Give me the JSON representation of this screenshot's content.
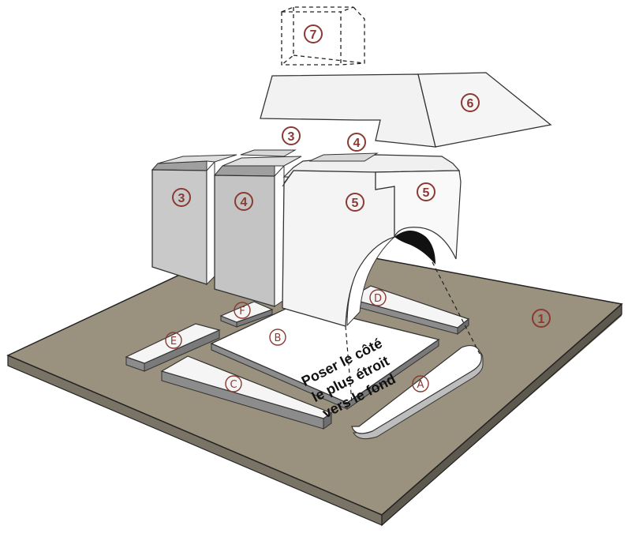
{
  "labels": {
    "n1": "1",
    "n3_top": "3",
    "n4_top": "4",
    "n3_side": "3",
    "n4_side": "4",
    "n5_left": "5",
    "n5_right": "5",
    "n6": "6",
    "n7": "7",
    "A": "A",
    "B": "B",
    "C": "C",
    "D": "D",
    "E": "E",
    "F": "F"
  },
  "instruction": {
    "line1": "Poser le côté",
    "line2": "le plus étroit",
    "line3": "vers le fond"
  },
  "colors": {
    "ground": "#9a917e",
    "label_circle": "#8a3a33",
    "block_grey": "#c8c8c8",
    "block_white": "#f4f4f4"
  }
}
